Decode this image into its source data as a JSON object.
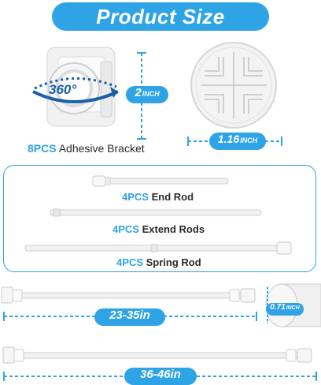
{
  "title": "Product Size",
  "bracket": {
    "rotation_label": "360°",
    "height_value": "2",
    "height_unit": "INCH",
    "caption_count": "8PCS",
    "caption_name": "Adhesive Bracket"
  },
  "disc": {
    "width_value": "1.16",
    "width_unit": "INCH"
  },
  "rods": [
    {
      "count": "4PCS",
      "name": "End Rod"
    },
    {
      "count": "4PCS",
      "name": "Extend Rods"
    },
    {
      "count": "4PCS",
      "name": "Spring Rod"
    }
  ],
  "assembled": [
    {
      "range": "23-35in"
    },
    {
      "range": "36-46in"
    }
  ],
  "diameter": {
    "value": "0.71",
    "unit": "INCH"
  },
  "colors": {
    "accent": "#2ea3e6",
    "text_dark": "#2b2b2b"
  }
}
